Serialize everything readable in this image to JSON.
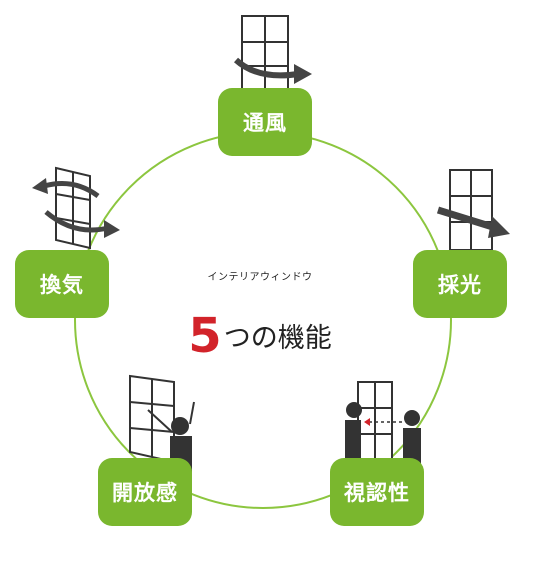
{
  "theme": {
    "box_color": "#7ab72e",
    "ring_color": "#8cc63f",
    "accent_color": "#d2232a"
  },
  "center": {
    "subtitle": "インテリアウィンドウ",
    "number": "5",
    "title_rest": "つの機能"
  },
  "functions": [
    {
      "label": "通風",
      "icon": "window-airflow-icon"
    },
    {
      "label": "採光",
      "icon": "window-light-icon"
    },
    {
      "label": "視認性",
      "icon": "visibility-people-icon"
    },
    {
      "label": "開放感",
      "icon": "open-window-person-icon"
    },
    {
      "label": "換気",
      "icon": "window-ventilation-icon"
    }
  ]
}
